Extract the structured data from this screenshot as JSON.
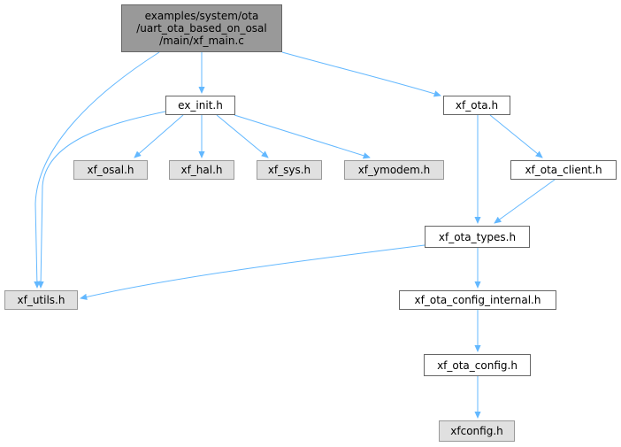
{
  "colors": {
    "edge": "#63b8ff",
    "root_fill": "#999999",
    "external_fill": "#e0e0e0",
    "file_fill": "#ffffff"
  },
  "nodes": {
    "root": {
      "lines": [
        "examples/system/ota",
        "/uart_ota_based_on_osal",
        "/main/xf_main.c"
      ]
    },
    "ex_init": {
      "label": "ex_init.h"
    },
    "xf_ota": {
      "label": "xf_ota.h"
    },
    "xf_utils": {
      "label": "xf_utils.h"
    },
    "xf_osal": {
      "label": "xf_osal.h"
    },
    "xf_hal": {
      "label": "xf_hal.h"
    },
    "xf_sys": {
      "label": "xf_sys.h"
    },
    "xf_ymodem": {
      "label": "xf_ymodem.h"
    },
    "xf_ota_client": {
      "label": "xf_ota_client.h"
    },
    "xf_ota_types": {
      "label": "xf_ota_types.h"
    },
    "xf_ota_config_internal": {
      "label": "xf_ota_config_internal.h"
    },
    "xf_ota_config": {
      "label": "xf_ota_config.h"
    },
    "xfconfig": {
      "label": "xfconfig.h"
    }
  },
  "edges": [
    {
      "from": "root",
      "to": "ex_init"
    },
    {
      "from": "root",
      "to": "xf_ota"
    },
    {
      "from": "root",
      "to": "xf_utils"
    },
    {
      "from": "ex_init",
      "to": "xf_utils"
    },
    {
      "from": "ex_init",
      "to": "xf_osal"
    },
    {
      "from": "ex_init",
      "to": "xf_hal"
    },
    {
      "from": "ex_init",
      "to": "xf_sys"
    },
    {
      "from": "ex_init",
      "to": "xf_ymodem"
    },
    {
      "from": "xf_ota",
      "to": "xf_ota_client"
    },
    {
      "from": "xf_ota",
      "to": "xf_ota_types"
    },
    {
      "from": "xf_ota_client",
      "to": "xf_ota_types"
    },
    {
      "from": "xf_ota_types",
      "to": "xf_utils"
    },
    {
      "from": "xf_ota_types",
      "to": "xf_ota_config_internal"
    },
    {
      "from": "xf_ota_config_internal",
      "to": "xf_ota_config"
    },
    {
      "from": "xf_ota_config",
      "to": "xfconfig"
    }
  ]
}
